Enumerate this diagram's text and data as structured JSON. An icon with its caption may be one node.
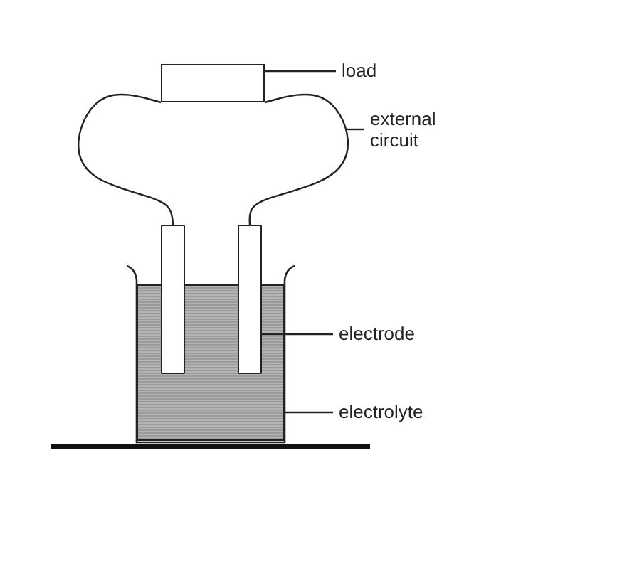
{
  "diagram": {
    "nodes": [
      {
        "text": [
          "load"
        ]
      },
      {
        "text": [],
        "shape": "box"
      },
      {
        "text": [
          "external circuit"
        ]
      },
      {
        "text": [],
        "shape": "bar"
      },
      {
        "text": [],
        "shape": "bar"
      },
      {
        "text": [
          "electrode"
        ]
      },
      {
        "text": [],
        "shape": "box"
      },
      {
        "text": [
          "electrolyte"
        ]
      }
    ],
    "edges": [
      {
        "from": 0,
        "to": 1,
        "arrow": "none"
      },
      {
        "from": 1,
        "to": 3,
        "arrow": "none"
      },
      {
        "from": 1,
        "to": 4,
        "arrow": "none"
      },
      {
        "from": 2,
        "to": null,
        "arrow": "none"
      },
      {
        "from": 5,
        "to": 4,
        "arrow": "none"
      },
      {
        "from": 7,
        "to": 6,
        "arrow": "none"
      }
    ]
  }
}
